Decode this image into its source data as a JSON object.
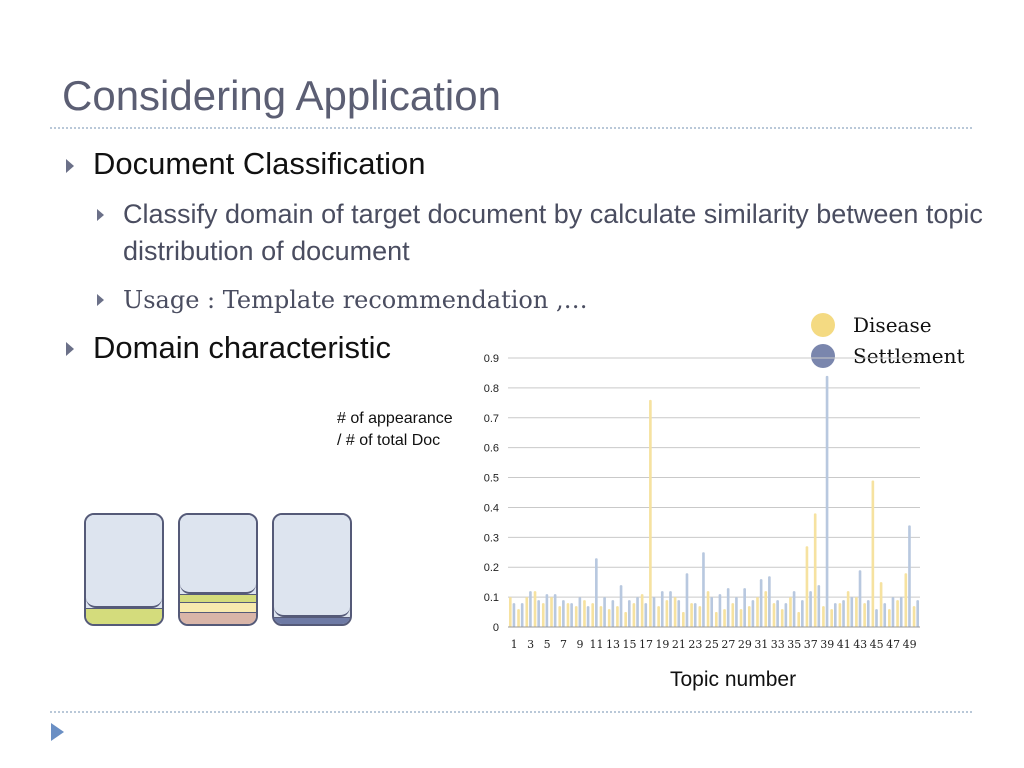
{
  "slide": {
    "title": "Considering Application",
    "bullets": {
      "b1": "Document Classification",
      "b1_sub1": "Classify domain of target document by calculate similarity between topic distribution of document",
      "b1_sub2": "Usage : Template recommendation ,…",
      "b2": "Domain characteristic"
    },
    "ylabel_line1": "# of appearance",
    "ylabel_line2": "/ # of total Doc",
    "xlabel": "Topic number"
  },
  "colors": {
    "disease": "#f4da82",
    "settlement": "#7a86ad",
    "disease_bar": "#f6e2a0",
    "settlement_bar": "#b8c8df",
    "grid": "#c9c9c9",
    "doc_fill": "#dde4ef",
    "doc_border": "#555a78",
    "band_green": "#d4dc7c",
    "band_yellow": "#f8eaae",
    "band_pink": "#d9b5a8",
    "band_navy": "#6e7aa5"
  },
  "chart_data": {
    "type": "bar",
    "xlabel": "Topic number",
    "ylabel": "# of appearance / # of total Doc",
    "ylim": [
      0,
      0.9
    ],
    "yticks": [
      "0",
      "0.1",
      "0.2",
      "0.3",
      "0.4",
      "0.5",
      "0.6",
      "0.7",
      "0.8",
      "0.9"
    ],
    "xtick_labels": [
      "1",
      "3",
      "5",
      "7",
      "9",
      "11",
      "13",
      "15",
      "17",
      "19",
      "21",
      "23",
      "25",
      "27",
      "29",
      "31",
      "33",
      "35",
      "37",
      "39",
      "41",
      "43",
      "45",
      "47",
      "49"
    ],
    "categories": [
      "1",
      "2",
      "3",
      "4",
      "5",
      "6",
      "7",
      "8",
      "9",
      "10",
      "11",
      "12",
      "13",
      "14",
      "15",
      "16",
      "17",
      "18",
      "19",
      "20",
      "21",
      "22",
      "23",
      "24",
      "25",
      "26",
      "27",
      "28",
      "29",
      "30",
      "31",
      "32",
      "33",
      "34",
      "35",
      "36",
      "37",
      "38",
      "39",
      "40",
      "41",
      "42",
      "43",
      "44",
      "45",
      "46",
      "47",
      "48",
      "49",
      "50"
    ],
    "legend_position": "top-right",
    "grid": true,
    "series": [
      {
        "name": "Disease",
        "values": [
          0.1,
          0.06,
          0.1,
          0.12,
          0.08,
          0.1,
          0.07,
          0.08,
          0.07,
          0.09,
          0.08,
          0.07,
          0.06,
          0.07,
          0.05,
          0.08,
          0.11,
          0.76,
          0.07,
          0.09,
          0.1,
          0.05,
          0.08,
          0.07,
          0.12,
          0.05,
          0.06,
          0.08,
          0.06,
          0.07,
          0.1,
          0.12,
          0.08,
          0.06,
          0.1,
          0.05,
          0.27,
          0.38,
          0.07,
          0.06,
          0.08,
          0.12,
          0.1,
          0.08,
          0.49,
          0.15,
          0.06,
          0.09,
          0.18,
          0.07
        ]
      },
      {
        "name": "Settlement",
        "values": [
          0.08,
          0.08,
          0.12,
          0.09,
          0.11,
          0.11,
          0.09,
          0.08,
          0.1,
          0.07,
          0.23,
          0.1,
          0.09,
          0.14,
          0.09,
          0.1,
          0.08,
          0.1,
          0.12,
          0.12,
          0.09,
          0.18,
          0.08,
          0.25,
          0.1,
          0.11,
          0.13,
          0.1,
          0.13,
          0.09,
          0.16,
          0.17,
          0.09,
          0.08,
          0.12,
          0.09,
          0.12,
          0.14,
          0.84,
          0.08,
          0.09,
          0.1,
          0.19,
          0.09,
          0.06,
          0.08,
          0.1,
          0.1,
          0.34,
          0.09
        ]
      }
    ]
  }
}
